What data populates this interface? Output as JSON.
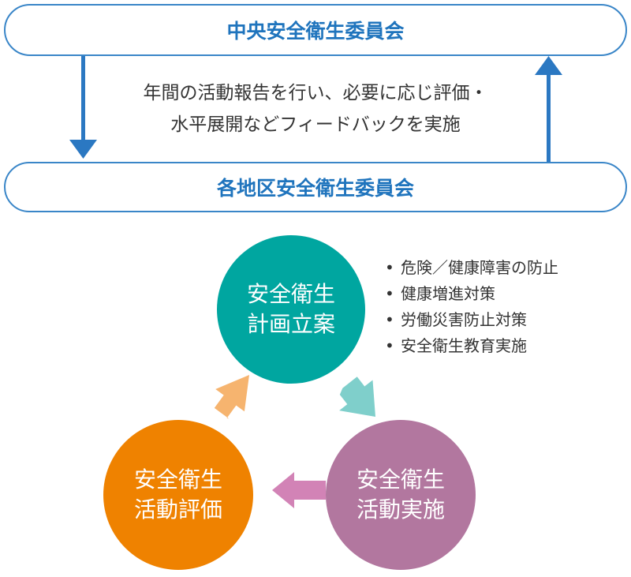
{
  "committees": {
    "central": "中央安全衛生委員会",
    "regional": "各地区安全衛生委員会"
  },
  "feedback": {
    "line1": "年間の活動報告を行い、必要に応じ評価・",
    "line2": "水平展開などフィードバックを実施"
  },
  "cycle": {
    "plan": {
      "line1": "安全衛生",
      "line2": "計画立案",
      "color": "#00a6a0"
    },
    "do": {
      "line1": "安全衛生",
      "line2": "活動実施",
      "color": "#b2779f"
    },
    "evaluate": {
      "line1": "安全衛生",
      "line2": "活動評価",
      "color": "#ef8200"
    }
  },
  "measures": {
    "bullet": "•",
    "items": [
      "危険／健康障害の防止",
      "健康増進対策",
      "労働災害防止対策",
      "安全衛生教育実施"
    ]
  },
  "colors": {
    "committee_border": "#3a86c8",
    "committee_text": "#1f74bd",
    "arrow_blue": "#2b78c2",
    "arrow_teal": "#7fcfcb",
    "arrow_pink": "#d283b6",
    "arrow_orange": "#f6b46f"
  }
}
